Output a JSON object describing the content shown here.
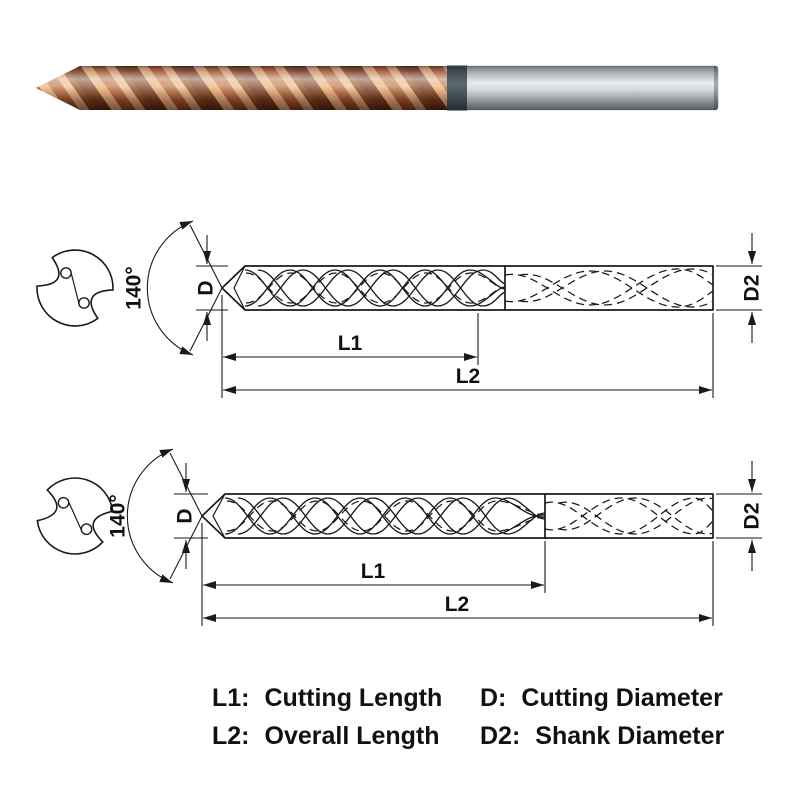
{
  "photo": {
    "flute_color": "#b06a3f",
    "shank_color": "#cfd4d6",
    "coating_band_color": "#3a454e"
  },
  "diagram": {
    "point_angle": "140°",
    "cutting_diameter": "D",
    "shank_diameter": "D2",
    "cutting_length": "L1",
    "overall_length": "L2"
  },
  "legend": {
    "items": [
      {
        "abbr": "L1:",
        "label": "Cutting Length"
      },
      {
        "abbr": "D:",
        "label": "Cutting Diameter"
      },
      {
        "abbr": "L2:",
        "label": "Overall Length"
      },
      {
        "abbr": "D2:",
        "label": "Shank Diameter"
      }
    ]
  }
}
